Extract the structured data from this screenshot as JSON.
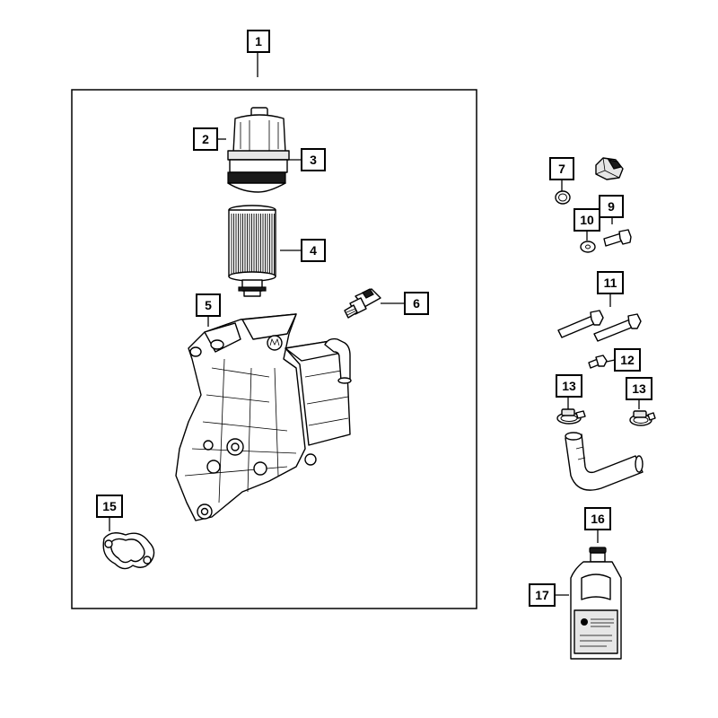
{
  "callouts": [
    {
      "id": "1",
      "label": "1"
    },
    {
      "id": "2",
      "label": "2"
    },
    {
      "id": "3",
      "label": "3"
    },
    {
      "id": "4",
      "label": "4"
    },
    {
      "id": "5",
      "label": "5"
    },
    {
      "id": "6",
      "label": "6"
    },
    {
      "id": "7",
      "label": "7"
    },
    {
      "id": "8",
      "label": "9"
    },
    {
      "id": "9",
      "label": "10"
    },
    {
      "id": "10",
      "label": "11"
    },
    {
      "id": "11",
      "label": "12"
    },
    {
      "id": "12",
      "label": "13"
    },
    {
      "id": "13",
      "label": "13"
    },
    {
      "id": "14",
      "label": "15"
    },
    {
      "id": "15",
      "label": "16"
    },
    {
      "id": "16",
      "label": "17"
    }
  ]
}
